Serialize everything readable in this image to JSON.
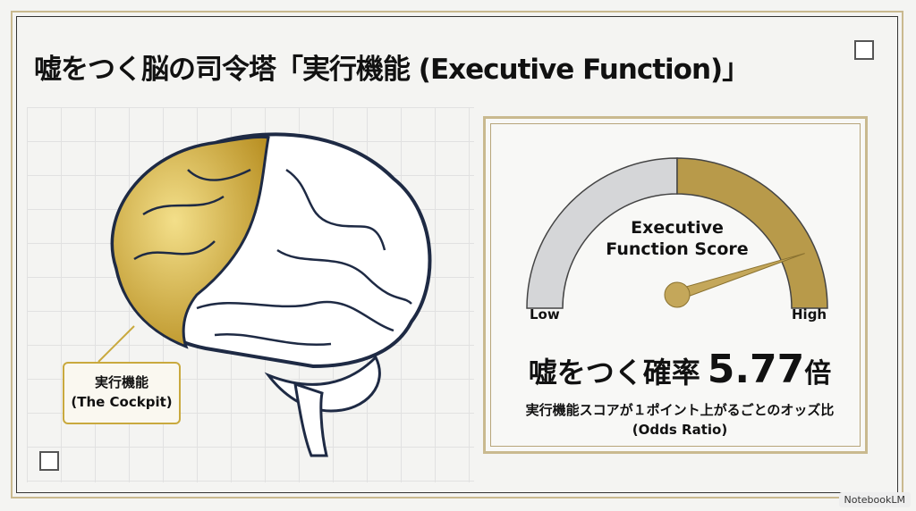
{
  "title": "嘘をつく脳の司令塔「実行機能 (Executive Function)」",
  "brain": {
    "callout_label": "実行機能",
    "callout_sub": "(The Cockpit)"
  },
  "gauge": {
    "title_line1": "Executive",
    "title_line2": "Function Score",
    "low_label": "Low",
    "high_label": "High",
    "level_fraction": 0.9,
    "color_gold": "#b89a4a",
    "color_gray": "#d5d6d8"
  },
  "result": {
    "label": "嘘をつく確率",
    "value": "5.77",
    "unit": "倍",
    "description": "実行機能スコアが１ポイント上がるごとのオッズ比",
    "description_en": "(Odds Ratio)"
  },
  "watermark": "NotebookLM"
}
